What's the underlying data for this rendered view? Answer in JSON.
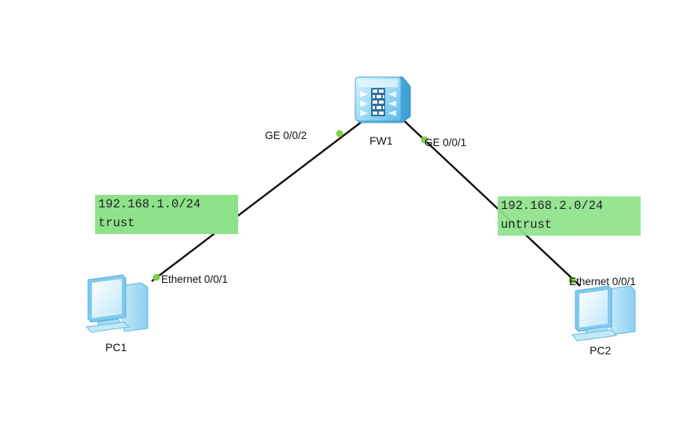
{
  "devices": {
    "fw": {
      "label": "FW1"
    },
    "pc1": {
      "label": "PC1"
    },
    "pc2": {
      "label": "PC2"
    }
  },
  "interfaces": {
    "fw_left": "GE 0/0/2",
    "fw_right": "GE 0/0/1",
    "pc1": "Ethernet 0/0/1",
    "pc2": "Ethernet 0/0/1"
  },
  "zones": {
    "left": {
      "subnet": "192.168.1.0/24",
      "zone": "trust"
    },
    "right": {
      "subnet": "192.168.2.0/24",
      "zone": "untrust"
    }
  },
  "colors": {
    "link": "#111111",
    "port_dot": "#7ed04a",
    "zone_fill": "#8ee28a",
    "device_blue": "#8fd2f2"
  }
}
